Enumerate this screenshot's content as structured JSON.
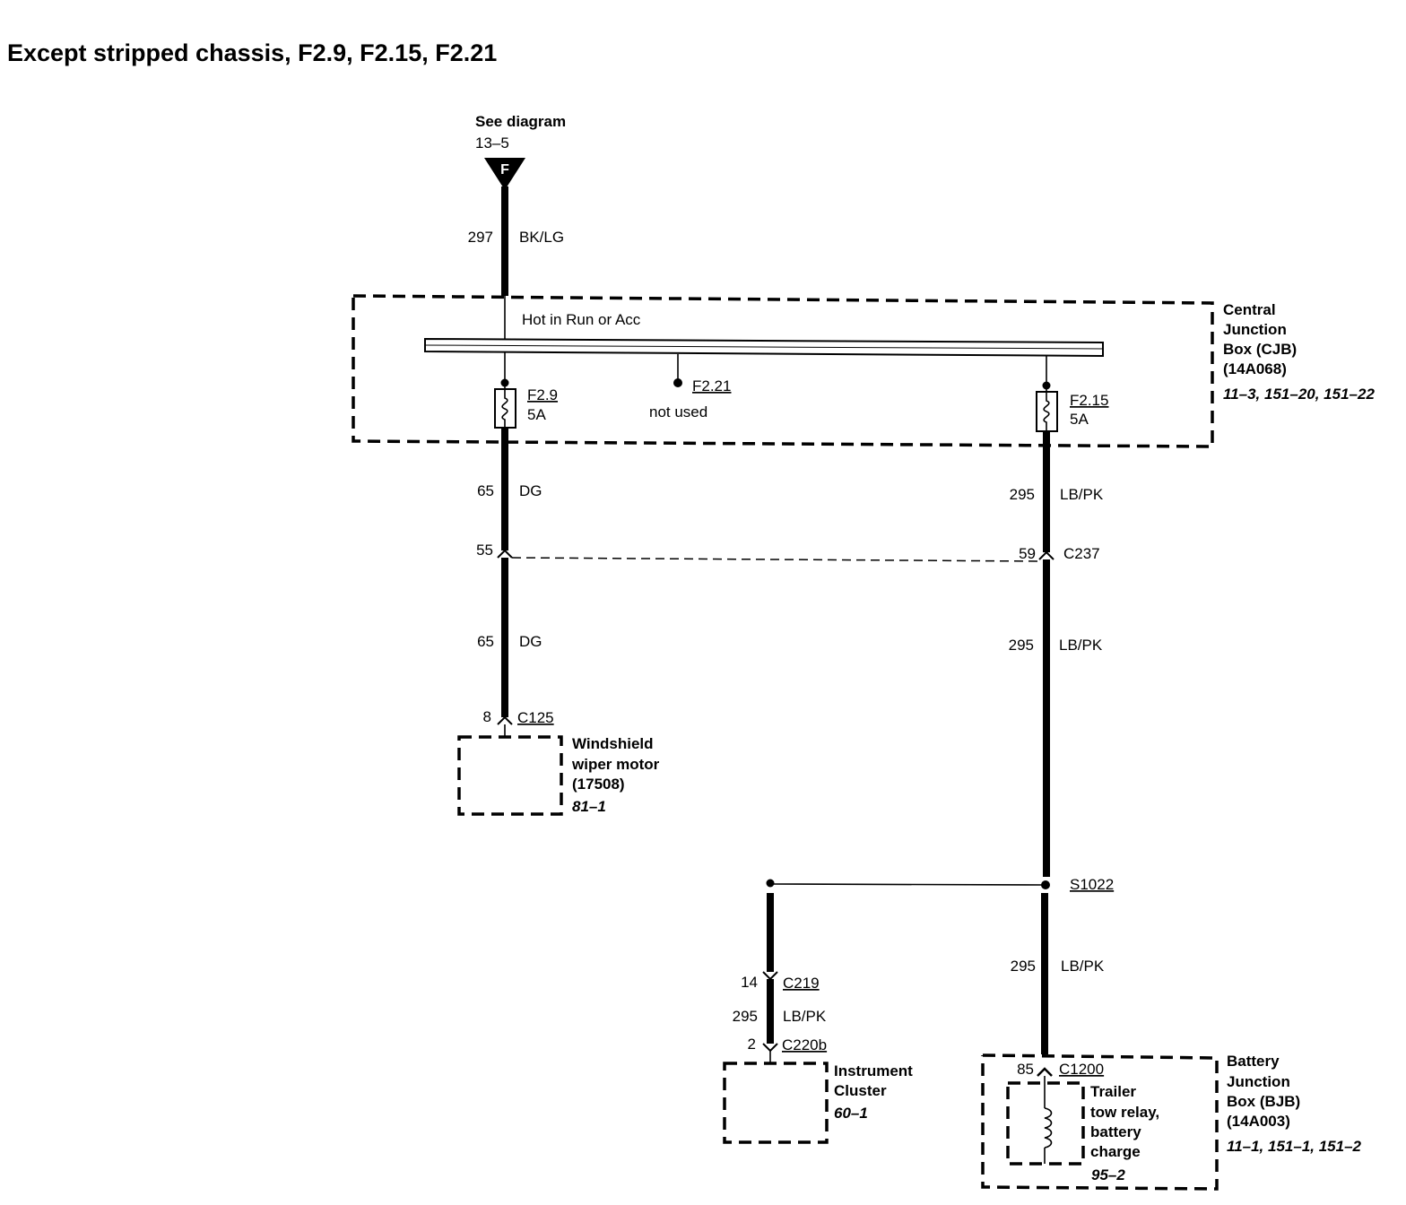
{
  "title": "Except stripped chassis, F2.9, F2.15, F2.21",
  "source": {
    "see_label": "See diagram",
    "see_ref": "13–5",
    "connector_letter": "F"
  },
  "wires": {
    "w297_num": "297",
    "w297_color": "BK/LG",
    "w65a_num": "65",
    "w65a_color": "DG",
    "w65b_num": "65",
    "w65b_color": "DG",
    "w295a_num": "295",
    "w295a_color": "LB/PK",
    "w295b_num": "295",
    "w295b_color": "LB/PK",
    "w295c_num": "295",
    "w295c_color": "LB/PK",
    "w295d_num": "295",
    "w295d_color": "LB/PK"
  },
  "cjb": {
    "bus_label": "Hot in Run or Acc",
    "name_lines": [
      "Central",
      "Junction",
      "Box (CJB)",
      "(14A068)"
    ],
    "refs": "11–3, 151–20, 151–22",
    "fuse1_name": "F2.9",
    "fuse1_rating": "5A",
    "fuse2_name": "F2.21",
    "fuse2_note": "not used",
    "fuse3_name": "F2.15",
    "fuse3_rating": "5A"
  },
  "connectors": {
    "c237_left_pin": "55",
    "c237_right_pin": "59",
    "c237_name": "C237",
    "c125_pin": "8",
    "c125_name": "C125",
    "c219_pin": "14",
    "c219_name": "C219",
    "c220b_pin": "2",
    "c220b_name": "C220b",
    "c1200_pin": "85",
    "c1200_name": "C1200",
    "splice_name": "S1022"
  },
  "wiper": {
    "name_lines": [
      "Windshield",
      "wiper motor",
      "(17508)"
    ],
    "ref": "81–1"
  },
  "cluster": {
    "name_lines": [
      "Instrument",
      "Cluster"
    ],
    "ref": "60–1"
  },
  "bjb": {
    "name_lines": [
      "Battery",
      "Junction",
      "Box (BJB)",
      "(14A003)"
    ],
    "refs": "11–1, 151–1, 151–2",
    "relay_lines": [
      "Trailer",
      "tow relay,",
      "battery",
      "charge"
    ],
    "relay_ref": "95–2"
  }
}
